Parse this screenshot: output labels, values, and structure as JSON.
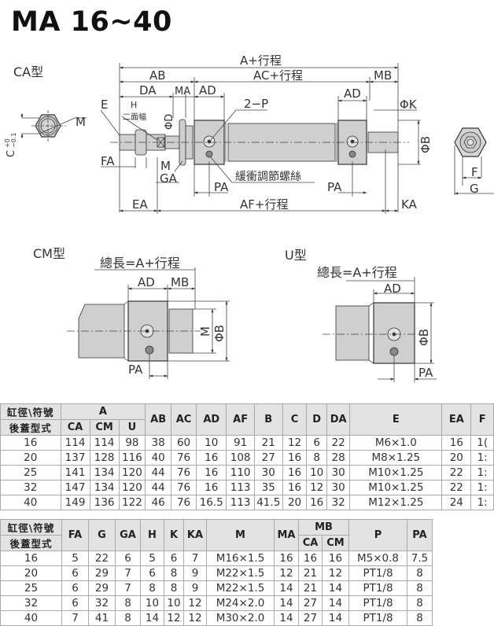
{
  "title": "MA 16~40",
  "views": {
    "ca": {
      "label": "CA型",
      "dims": {
        "a_stroke": "A+行程",
        "ab": "AB",
        "ac_stroke": "AC+行程",
        "mb": "MB",
        "da": "DA",
        "ma": "MA",
        "ad_left": "AD",
        "ad_right": "AD",
        "e": "E",
        "h": "H",
        "width_across_flats": "二面幅",
        "phi_d": "ΦD",
        "two_p": "2−P",
        "phi_k": "ΦK",
        "phi_b": "ΦB",
        "fa": "FA",
        "m_left": "M",
        "ga": "GA",
        "cushion_screw": "緩衝調節螺絲",
        "pa_left": "PA",
        "pa_right": "PA",
        "ea": "EA",
        "af_stroke": "AF+行程",
        "ka": "KA",
        "m_end": "M",
        "c_tol": "C",
        "tol_plus": "+0",
        "tol_minus": "−0.1",
        "f": "F",
        "g": "G"
      }
    },
    "cm": {
      "label": "CM型",
      "total_length": "總長=A+行程",
      "ad": "AD",
      "mb": "MB",
      "m": "M",
      "phi_b": "ΦB",
      "pa": "PA"
    },
    "u": {
      "label": "U型",
      "total_length": "總長=A+行程",
      "ad": "AD",
      "phi_b": "ΦB",
      "pa": "PA"
    }
  },
  "table1": {
    "header_top_left": "缸徑\\符號",
    "header_bottom_left": "後蓋型式",
    "group_a": "A",
    "sub_a": [
      "CA",
      "CM",
      "U"
    ],
    "columns": [
      "AB",
      "AC",
      "AD",
      "AF",
      "B",
      "C",
      "D",
      "DA",
      "E",
      "EA",
      "F"
    ],
    "rows": [
      {
        "size": "16",
        "a_ca": "114",
        "a_cm": "114",
        "a_u": "98",
        "ab": "38",
        "ac": "60",
        "ad": "10",
        "af": "91",
        "b": "21",
        "c": "12",
        "d": "6",
        "da": "22",
        "e": "M6×1.0",
        "ea": "16",
        "f": "1("
      },
      {
        "size": "20",
        "a_ca": "137",
        "a_cm": "128",
        "a_u": "116",
        "ab": "40",
        "ac": "76",
        "ad": "16",
        "af": "108",
        "b": "27",
        "c": "16",
        "d": "8",
        "da": "28",
        "e": "M8×1.25",
        "ea": "20",
        "f": "1:"
      },
      {
        "size": "25",
        "a_ca": "141",
        "a_cm": "134",
        "a_u": "120",
        "ab": "44",
        "ac": "76",
        "ad": "16",
        "af": "110",
        "b": "30",
        "c": "16",
        "d": "10",
        "da": "30",
        "e": "M10×1.25",
        "ea": "22",
        "f": "1:"
      },
      {
        "size": "32",
        "a_ca": "147",
        "a_cm": "134",
        "a_u": "120",
        "ab": "44",
        "ac": "76",
        "ad": "16",
        "af": "113",
        "b": "35",
        "c": "16",
        "d": "12",
        "da": "30",
        "e": "M10×1.25",
        "ea": "22",
        "f": "1:"
      },
      {
        "size": "40",
        "a_ca": "149",
        "a_cm": "136",
        "a_u": "122",
        "ab": "46",
        "ac": "76",
        "ad": "16.5",
        "af": "113",
        "b": "41.5",
        "c": "20",
        "d": "16",
        "da": "32",
        "e": "M12×1.25",
        "ea": "24",
        "f": "1:"
      }
    ]
  },
  "table2": {
    "header_top_left": "缸徑\\符號",
    "header_bottom_left": "後蓋型式",
    "columns": [
      "FA",
      "G",
      "GA",
      "H",
      "K",
      "KA",
      "M",
      "MA"
    ],
    "group_mb": "MB",
    "sub_mb": [
      "CA",
      "CM"
    ],
    "columns_after": [
      "P",
      "PA"
    ],
    "rows": [
      {
        "size": "16",
        "fa": "5",
        "g": "22",
        "ga": "6",
        "h": "5",
        "k": "6",
        "ka": "7",
        "m": "M16×1.5",
        "ma": "16",
        "mb_ca": "16",
        "mb_cm": "16",
        "p": "M5×0.8",
        "pa": "7.5"
      },
      {
        "size": "20",
        "fa": "6",
        "g": "29",
        "ga": "7",
        "h": "6",
        "k": "8",
        "ka": "9",
        "m": "M22×1.5",
        "ma": "12",
        "mb_ca": "21",
        "mb_cm": "12",
        "p": "PT1/8",
        "pa": "8"
      },
      {
        "size": "25",
        "fa": "6",
        "g": "29",
        "ga": "7",
        "h": "8",
        "k": "8",
        "ka": "9",
        "m": "M22×1.5",
        "ma": "14",
        "mb_ca": "21",
        "mb_cm": "14",
        "p": "PT1/8",
        "pa": "8"
      },
      {
        "size": "32",
        "fa": "6",
        "g": "32",
        "ga": "8",
        "h": "10",
        "k": "10",
        "ka": "12",
        "m": "M24×2.0",
        "ma": "14",
        "mb_ca": "27",
        "mb_cm": "14",
        "p": "PT1/8",
        "pa": "8"
      },
      {
        "size": "40",
        "fa": "7",
        "g": "41",
        "ga": "8",
        "h": "14",
        "k": "12",
        "ka": "12",
        "m": "M30×2.0",
        "ma": "14",
        "mb_ca": "27",
        "mb_cm": "14",
        "p": "PT1/8",
        "pa": "8"
      }
    ]
  },
  "colors": {
    "header_bg": "#e3e3e3",
    "border": "#a9a9a9",
    "part_fill": "#cfcfcf",
    "line": "#333333"
  }
}
